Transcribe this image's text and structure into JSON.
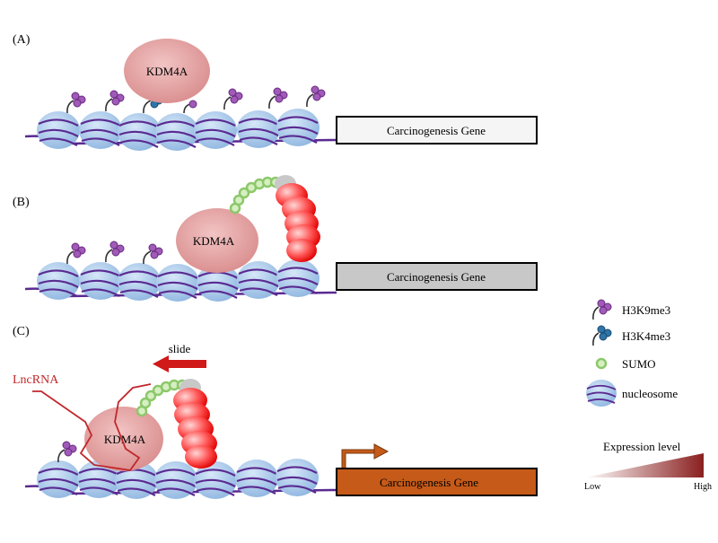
{
  "panels": [
    {
      "label": "(A)",
      "protein": "KDM4A",
      "gene": "Carcinogenesis Gene",
      "gene_fill": "#f5f5f5"
    },
    {
      "label": "(B)",
      "protein": "KDM4A",
      "gene": "Carcinogenesis Gene",
      "gene_fill": "#c8c8c8"
    },
    {
      "label": "(C)",
      "protein": "KDM4A",
      "gene": "Carcinogenesis Gene",
      "gene_fill": "#c65a18",
      "lncrna": "LncRNA",
      "slide": "slide"
    }
  ],
  "legend": {
    "items": [
      {
        "label": "H3K9me3",
        "icon": "h3k9me3-icon"
      },
      {
        "label": "H3K4me3",
        "icon": "h3k4me3-icon"
      },
      {
        "label": "SUMO",
        "icon": "sumo-icon"
      },
      {
        "label": "nucleosome",
        "icon": "nucleosome-icon"
      }
    ],
    "expression": {
      "title": "Expression level",
      "low": "Low",
      "high": "High"
    }
  },
  "colors": {
    "kdm4a": "#e8a3a3",
    "nucleosome": "#a9c9ec",
    "dna": "#5a2a91",
    "h3k9me3": "#a05ab8",
    "h3k4me3": "#2e74a8",
    "sumo": "#9ed47a",
    "lncrna": "#c0282c",
    "slide_arrow": "#d01919",
    "expression_high": "#8a1f1f"
  }
}
